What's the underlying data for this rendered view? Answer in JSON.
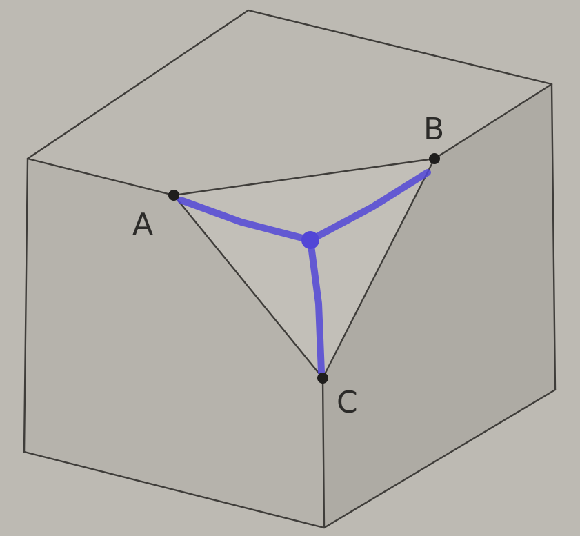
{
  "diagram": {
    "labels": {
      "a": "A",
      "b": "B",
      "c": "C"
    },
    "colors": {
      "background": "#bdbab3",
      "face_top": "#bcb9b2",
      "face_left": "#b6b3ac",
      "face_right": "#aeaba4",
      "cut": "#c2bfb8",
      "edge": "#3f3d3a",
      "highlight": "#5246d6"
    }
  }
}
